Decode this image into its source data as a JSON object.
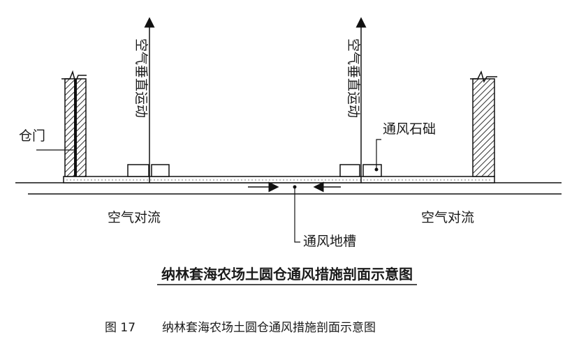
{
  "labels": {
    "door": "仓门",
    "vertical_motion": "空气垂直运动",
    "vent_pier": "通风石础",
    "convection": "空气对流",
    "vent_trench": "通风地槽"
  },
  "inner_title": "纳林套海农场土圆仓通风措施剖面示意图",
  "caption": {
    "number": "图 17",
    "text": "纳林套海农场土圆仓通风措施剖面示意图"
  }
}
